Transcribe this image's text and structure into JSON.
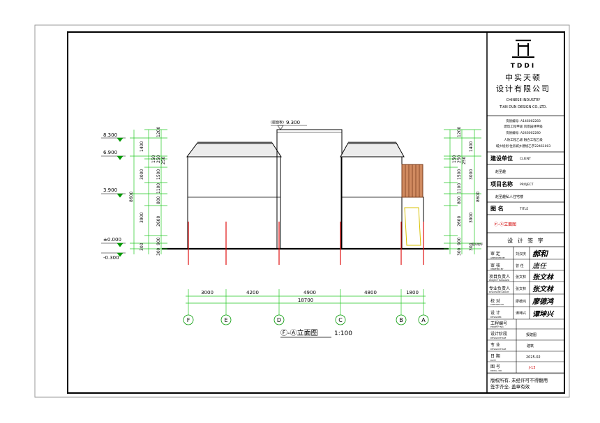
{
  "drawing": {
    "title": "Ⓕ-Ⓐ立面图",
    "scale": "1:100",
    "roof_elevation_note": "(屋面板)",
    "roof_elevation": "9.300",
    "total_width": "18700",
    "grid_spacings": [
      "3000",
      "4200",
      "4900",
      "4800",
      "1800"
    ],
    "axis_labels": [
      "F",
      "E",
      "D",
      "C",
      "B",
      "A"
    ]
  },
  "left_levels": {
    "elevations": [
      "8.300",
      "6.900",
      "3.900",
      "±0.000",
      "-0.300"
    ],
    "outer_dims": [
      "1400",
      "3000",
      "3900",
      "300"
    ],
    "inner_dims": [
      "1200",
      "250",
      "1500",
      "1100",
      "800",
      "2600",
      "900",
      "300"
    ],
    "small_dims": [
      "150",
      "250"
    ],
    "total_height": "8600"
  },
  "right_levels": {
    "outer_dims": [
      "1400",
      "3000",
      "3900",
      "300"
    ],
    "inner_dims": [
      "1200",
      "250",
      "1500",
      "1100",
      "800",
      "2600",
      "900",
      "300"
    ],
    "small_dims": [
      "150",
      "250"
    ],
    "total_height": "8600",
    "ground_note": "室外地坪"
  },
  "title_block": {
    "logo_text": "TDDI",
    "company_cn_1": "中实天顿",
    "company_cn_2": "设计有限公司",
    "company_en_1": "CHINESE INDUSTRY",
    "company_en_2": "TIAN DUN DESIGN CO.,LTD.",
    "licenses": [
      "资质编号: A146002283",
      "建筑工程甲级  风景园林甲级",
      "资质编号: A246002280",
      "人防工程乙级    融合工程乙级",
      "城乡规划:住房城乡建规乙字22461003"
    ],
    "client_label": "建设单位",
    "client_label_en": "CLIENT",
    "client_value": "赵圣趣",
    "project_label": "项目名称",
    "project_label_en": "PROJECT",
    "project_value": "赵圣趣私人住宅楼",
    "title_label": "图  名",
    "title_label_en": "TITLE",
    "title_value": "Ⓕ-Ⓐ立面图",
    "sign_header": "设 计 签 字",
    "sign_rows": [
      {
        "label": "审  定",
        "label_en": "APPROVED BY",
        "name": "刘汉庆",
        "sig": "郝和"
      },
      {
        "label": "审  核",
        "label_en": "VERIFIED BY",
        "name": "曾  任",
        "sig": "唐任"
      },
      {
        "label": "项目负责人",
        "label_en": "PROJECT MANAGER",
        "name": "张文林",
        "sig": "张文林"
      },
      {
        "label": "专业负责人",
        "label_en": "DISCIPLINE GROUP",
        "name": "张文林",
        "sig": "张文林"
      },
      {
        "label": "校  对",
        "label_en": "CHECKED BY",
        "name": "廖德鸿",
        "sig": "廖德鸿"
      },
      {
        "label": "设  计",
        "label_en": "DESIGNER",
        "name": "谭坤兴",
        "sig": "谭坤兴"
      }
    ],
    "info_rows": [
      {
        "label": "工程编号",
        "label_en": "PROJECT NO.",
        "value": ""
      },
      {
        "label": "设计阶段",
        "label_en": "DESIGN PHASE",
        "value": "报建图"
      },
      {
        "label": "专  业",
        "label_en": "DESIGN PHASE",
        "value": "建筑"
      },
      {
        "label": "日  期",
        "label_en": "DATE",
        "value": "2025.02"
      },
      {
        "label": "图  号",
        "label_en": "DRWG. NO",
        "value": "J-13"
      }
    ],
    "copyright_1": "版权所有, 未经许可不得翻用",
    "copyright_2": "签字齐全, 盖章有效"
  },
  "colors": {
    "dim_green": "#22c822",
    "level_green": "#009900",
    "grid_red": "#e01010",
    "title_red": "#d00000",
    "brown_fill": "#c07850",
    "yellow": "#d8c000"
  }
}
